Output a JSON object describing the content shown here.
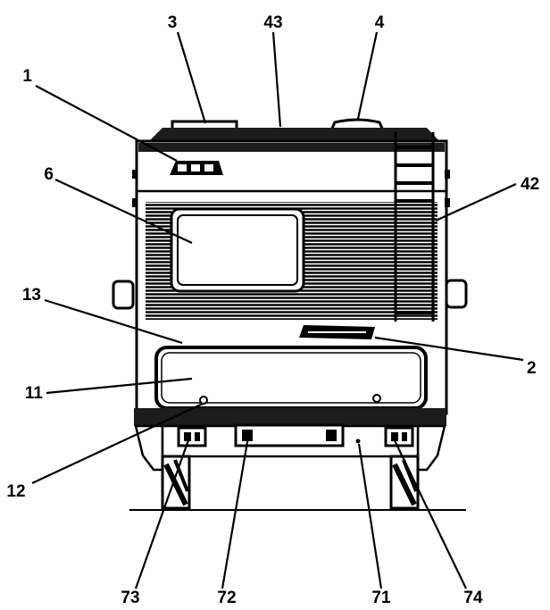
{
  "callouts": {
    "c1": "1",
    "c2": "2",
    "c3": "3",
    "c4": "4",
    "c6": "6",
    "c11": "11",
    "c12": "12",
    "c13": "13",
    "c42": "42",
    "c43": "43",
    "c71": "71",
    "c72": "72",
    "c73": "73",
    "c74": "74"
  },
  "colors": {
    "ink": "#000000",
    "paper": "#ffffff",
    "panel": "#3a3a3a"
  },
  "icons": [
    "rear-window",
    "ladder",
    "roof-vent",
    "roof-ac",
    "tail-light",
    "license-plate",
    "mirror"
  ]
}
